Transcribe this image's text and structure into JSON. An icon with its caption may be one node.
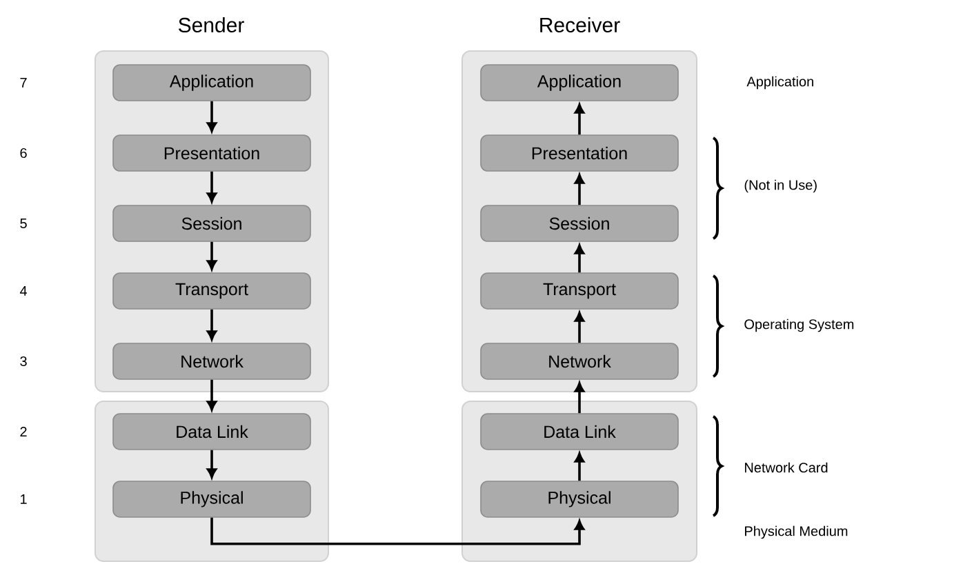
{
  "diagram": {
    "nodes": [
      {
        "text": [],
        "shape": "box"
      },
      {
        "text": [
          "Application"
        ],
        "in": 0
      },
      {
        "text": [
          "Presentation"
        ],
        "in": 0
      },
      {
        "text": [
          "Session"
        ],
        "in": 0
      },
      {
        "text": [
          "Transport"
        ],
        "in": 0
      },
      {
        "text": [
          "Network"
        ],
        "in": 0
      },
      {
        "text": [],
        "shape": "box"
      },
      {
        "text": [
          "Data Link"
        ],
        "in": 6
      },
      {
        "text": [
          "Physical"
        ],
        "in": 6
      },
      {
        "text": [],
        "shape": "box"
      },
      {
        "text": [
          "Application"
        ],
        "in": 9
      },
      {
        "text": [
          "Presentation"
        ],
        "in": 9
      },
      {
        "text": [
          "Session"
        ],
        "in": 9
      },
      {
        "text": [
          "Transport"
        ],
        "in": 9
      },
      {
        "text": [
          "Network"
        ],
        "in": 9
      },
      {
        "text": [],
        "shape": "box"
      },
      {
        "text": [
          "Data Link"
        ],
        "in": 15
      },
      {
        "text": [
          "Physical"
        ],
        "in": 15
      }
    ],
    "edges": [
      {
        "from": 1,
        "to": 2,
        "arrow": "to"
      },
      {
        "from": 2,
        "to": 3,
        "arrow": "to"
      },
      {
        "from": 3,
        "to": 4,
        "arrow": "to"
      },
      {
        "from": 4,
        "to": 5,
        "arrow": "to"
      },
      {
        "from": 5,
        "to": 7,
        "arrow": "to"
      },
      {
        "from": 7,
        "to": 8,
        "arrow": "to"
      },
      {
        "from": 8,
        "to": 17,
        "arrow": "to"
      },
      {
        "from": 17,
        "to": 16,
        "arrow": "to"
      },
      {
        "from": 16,
        "to": 14,
        "arrow": "to"
      },
      {
        "from": 14,
        "to": 13,
        "arrow": "to"
      },
      {
        "from": 13,
        "to": 12,
        "arrow": "to"
      },
      {
        "from": 12,
        "to": 11,
        "arrow": "to"
      },
      {
        "from": 11,
        "to": 10,
        "arrow": "to"
      }
    ],
    "labels": [
      "Sender",
      "Receiver",
      "7",
      "Application",
      "6",
      "(Not in Use)",
      "5",
      "4",
      "Operating System",
      "3",
      "2",
      "Network Card",
      "1",
      "Physical Medium"
    ]
  }
}
